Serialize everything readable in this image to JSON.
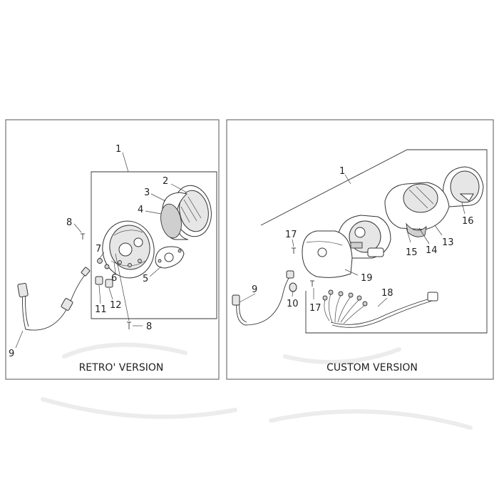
{
  "panels": {
    "retro": {
      "caption": "RETRO' VERSION",
      "labels": [
        "1",
        "2",
        "3",
        "4",
        "5",
        "6",
        "7",
        "8",
        "8",
        "9",
        "11",
        "12"
      ]
    },
    "custom": {
      "caption": "CUSTOM VERSION",
      "labels": [
        "1",
        "9",
        "10",
        "13",
        "14",
        "15",
        "16",
        "17",
        "17",
        "18",
        "19"
      ]
    }
  },
  "colors": {
    "line": "#333333",
    "frame": "#555555",
    "background": "#ffffff"
  }
}
